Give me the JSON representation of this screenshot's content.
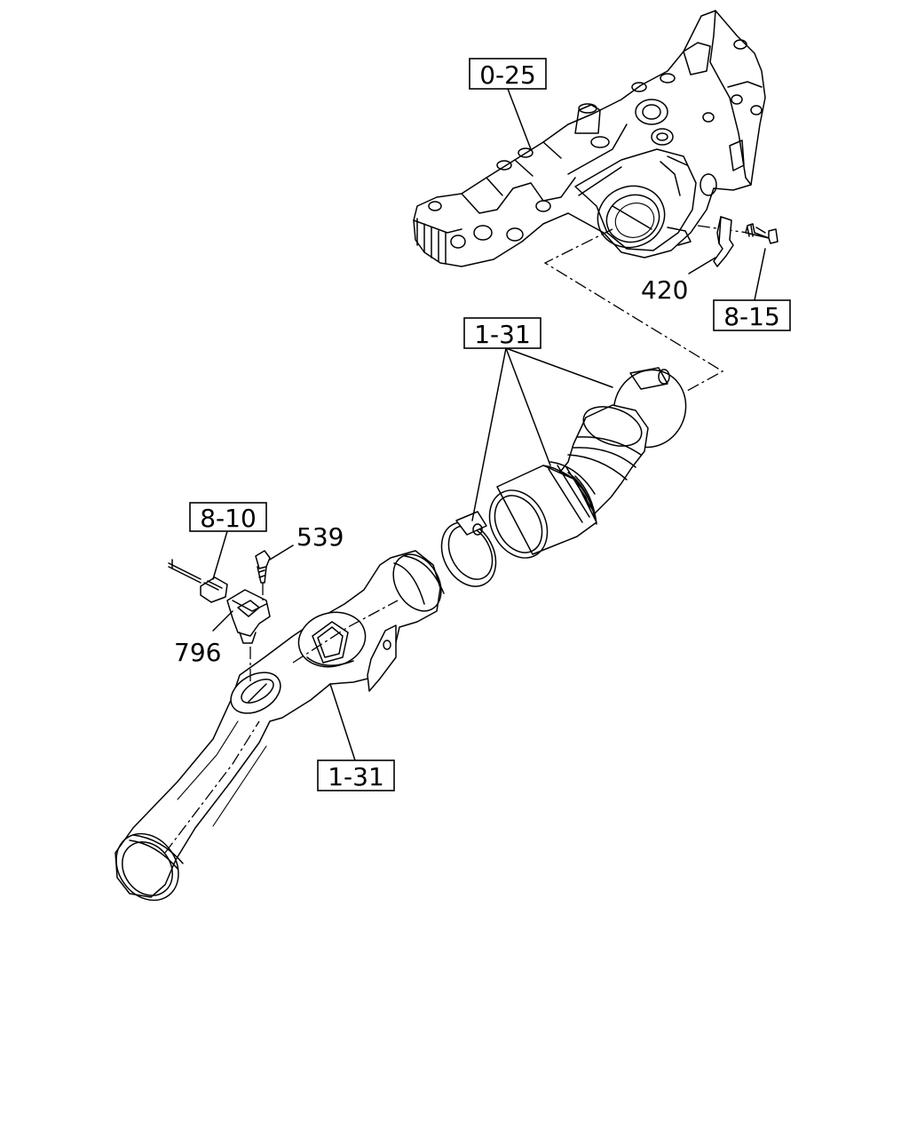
{
  "callouts": {
    "intake_manifold_ref": "0-25",
    "bracket_part": "420",
    "bolt_ref": "8-15",
    "hose_clamp_ref": "1-31",
    "sensor_harness_ref": "8-10",
    "sensor_bolt_part": "539",
    "sensor_part": "796",
    "air_pipe_ref": "1-31"
  },
  "colors": {
    "ink": "#000000",
    "background": "#ffffff"
  }
}
